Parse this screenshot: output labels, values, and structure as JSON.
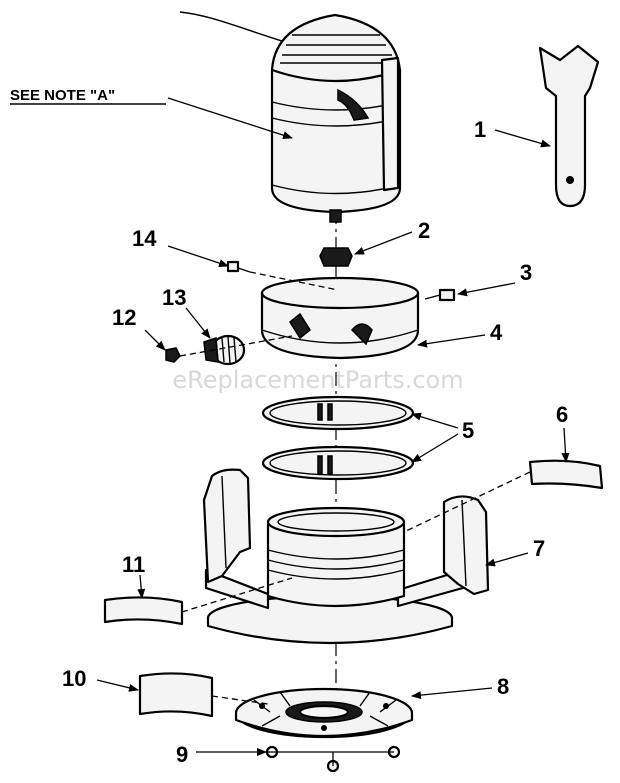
{
  "note": "SEE NOTE \"A\"",
  "watermark": "eReplacementParts.com",
  "callouts": [
    {
      "id": "c1",
      "label": "1"
    },
    {
      "id": "c2",
      "label": "2"
    },
    {
      "id": "c3",
      "label": "3"
    },
    {
      "id": "c4",
      "label": "4"
    },
    {
      "id": "c5",
      "label": "5"
    },
    {
      "id": "c6",
      "label": "6"
    },
    {
      "id": "c7",
      "label": "7"
    },
    {
      "id": "c8",
      "label": "8"
    },
    {
      "id": "c9",
      "label": "9"
    },
    {
      "id": "c10",
      "label": "10"
    },
    {
      "id": "c11",
      "label": "11"
    },
    {
      "id": "c12",
      "label": "12"
    },
    {
      "id": "c13",
      "label": "13"
    },
    {
      "id": "c14",
      "label": "14"
    }
  ]
}
